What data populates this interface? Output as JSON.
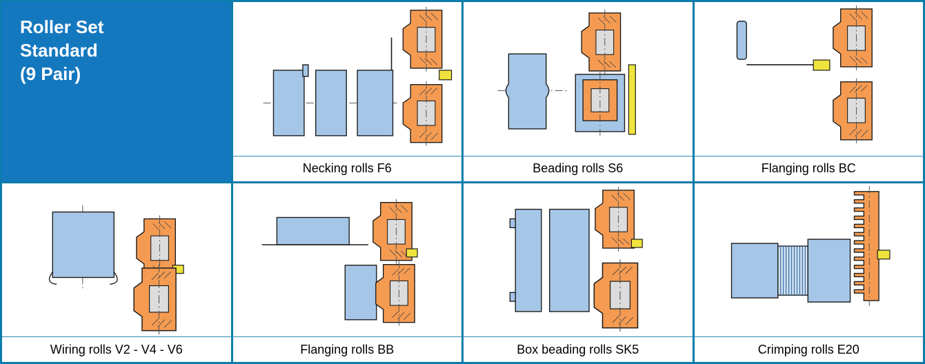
{
  "header": {
    "lines": [
      "Roller Set",
      "Standard",
      "(9 Pair)"
    ]
  },
  "cells": [
    {
      "id": "necking-f6",
      "caption": "Necking rolls F6"
    },
    {
      "id": "beading-s6",
      "caption": "Beading rolls S6"
    },
    {
      "id": "flanging-bc",
      "caption": "Flanging rolls BC"
    },
    {
      "id": "wiring-v",
      "caption": "Wiring rolls V2 - V4 - V6"
    },
    {
      "id": "flanging-bb",
      "caption": "Flanging rolls BB"
    },
    {
      "id": "box-beading-sk5",
      "caption": "Box beading rolls SK5"
    },
    {
      "id": "crimping-e20",
      "caption": "Crimping rolls E20"
    }
  ],
  "colors": {
    "grid_border": "#0b7cab",
    "header_bg": "#1478bf",
    "header_text": "#ffffff",
    "part_blue": "#a5c6e6",
    "roller_orange": "#f59b51",
    "bore_gray": "#dcdcdc",
    "accent_yellow": "#efe33d",
    "caption_text": "#000000"
  }
}
